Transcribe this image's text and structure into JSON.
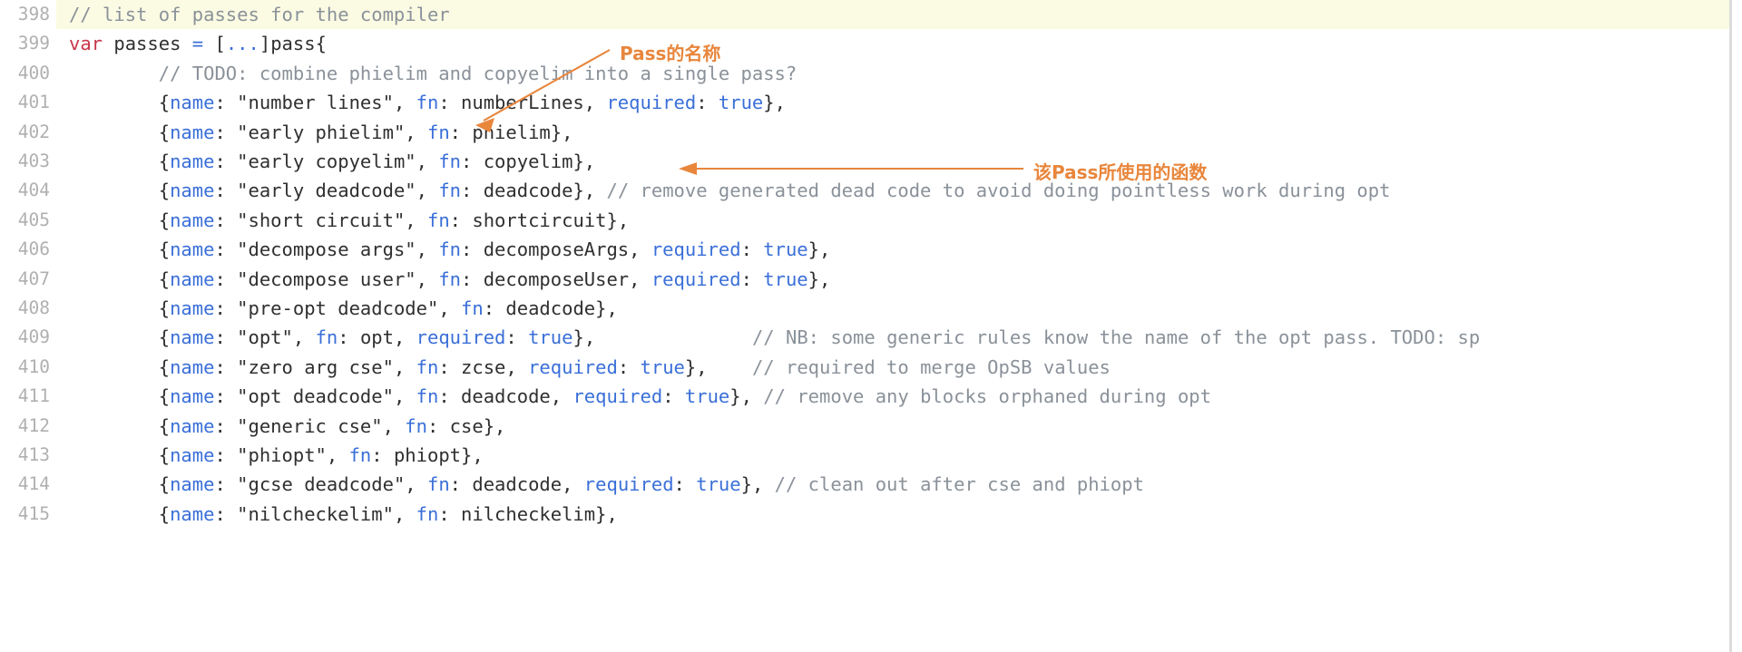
{
  "editor": {
    "language": "go",
    "background": "#ffffff",
    "highlight_color": "#fbfbe3",
    "gutter_color": "#b0b0b0",
    "annotation_color": "#e8863c",
    "first_line_number": 398,
    "lines": [
      {
        "num": "398",
        "highlighted": true,
        "text": "// list of passes for the compiler"
      },
      {
        "num": "399",
        "highlighted": false,
        "text": "var passes = [...]pass{"
      },
      {
        "num": "400",
        "highlighted": false,
        "text": "        // TODO: combine phielim and copyelim into a single pass?"
      },
      {
        "num": "401",
        "highlighted": false,
        "text": "        {name: \"number lines\", fn: numberLines, required: true},"
      },
      {
        "num": "402",
        "highlighted": false,
        "text": "        {name: \"early phielim\", fn: phielim},"
      },
      {
        "num": "403",
        "highlighted": false,
        "text": "        {name: \"early copyelim\", fn: copyelim},"
      },
      {
        "num": "404",
        "highlighted": false,
        "text": "        {name: \"early deadcode\", fn: deadcode}, // remove generated dead code to avoid doing pointless work during opt"
      },
      {
        "num": "405",
        "highlighted": false,
        "text": "        {name: \"short circuit\", fn: shortcircuit},"
      },
      {
        "num": "406",
        "highlighted": false,
        "text": "        {name: \"decompose args\", fn: decomposeArgs, required: true},"
      },
      {
        "num": "407",
        "highlighted": false,
        "text": "        {name: \"decompose user\", fn: decomposeUser, required: true},"
      },
      {
        "num": "408",
        "highlighted": false,
        "text": "        {name: \"pre-opt deadcode\", fn: deadcode},"
      },
      {
        "num": "409",
        "highlighted": false,
        "text": "        {name: \"opt\", fn: opt, required: true},              // NB: some generic rules know the name of the opt pass. TODO: sp"
      },
      {
        "num": "410",
        "highlighted": false,
        "text": "        {name: \"zero arg cse\", fn: zcse, required: true},    // required to merge OpSB values"
      },
      {
        "num": "411",
        "highlighted": false,
        "text": "        {name: \"opt deadcode\", fn: deadcode, required: true}, // remove any blocks orphaned during opt"
      },
      {
        "num": "412",
        "highlighted": false,
        "text": "        {name: \"generic cse\", fn: cse},"
      },
      {
        "num": "413",
        "highlighted": false,
        "text": "        {name: \"phiopt\", fn: phiopt},"
      },
      {
        "num": "414",
        "highlighted": false,
        "text": "        {name: \"gcse deadcode\", fn: deadcode, required: true}, // clean out after cse and phiopt"
      },
      {
        "num": "415",
        "highlighted": false,
        "text": "        {name: \"nilcheckelim\", fn: nilcheckelim},"
      }
    ]
  },
  "annotations": [
    {
      "id": "anno1",
      "text": "Pass的名称",
      "describes_line": "401"
    },
    {
      "id": "anno2",
      "text": "该Pass所使用的函数",
      "describes_line": "402"
    }
  ]
}
